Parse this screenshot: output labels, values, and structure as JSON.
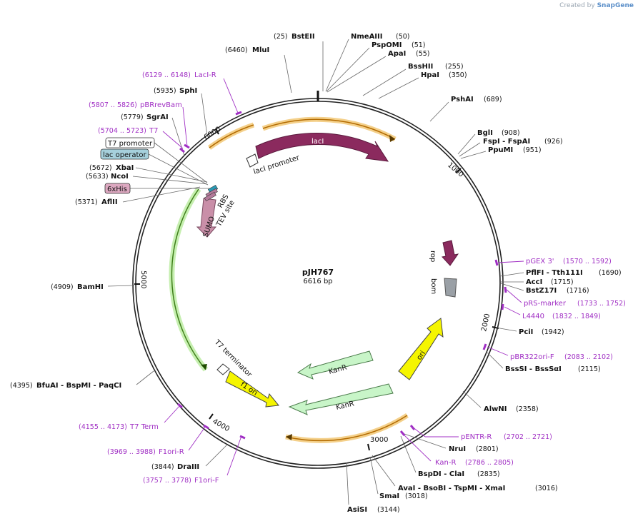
{
  "credit": {
    "prefix": "Created by",
    "brand": "SnapGene"
  },
  "plasmid": {
    "name": "pJH767",
    "length_label": "6616 bp",
    "length": 6616
  },
  "colors": {
    "lacI": "#8b2a5e",
    "rop": "#8b2a5e",
    "bom": "#9aa0a6",
    "ori": "#f5f500",
    "f1ori": "#f5f500",
    "KanR": "#c8f5c8",
    "sumo": "#c98fa8",
    "orange_arrow": "#f0a030",
    "green_arrow": "#6cbf3a",
    "primer": "#a02fc4"
  },
  "ticks": [
    "1000",
    "2000",
    "3000",
    "4000",
    "5000",
    "6000"
  ],
  "sites": [
    {
      "name": "BstEII",
      "pos": "(25)",
      "side": "left-pos"
    },
    {
      "name": "MluI",
      "pos": "(6460)"
    },
    {
      "name": "NmeAIII",
      "pos": "(50)"
    },
    {
      "name": "PspOMI",
      "pos": "(51)"
    },
    {
      "name": "ApaI",
      "pos": "(55)"
    },
    {
      "name": "BssHII",
      "pos": "(255)"
    },
    {
      "name": "HpaI",
      "pos": "(350)"
    },
    {
      "name": "PshAI",
      "pos": "(689)"
    },
    {
      "name": "BglI",
      "pos": "(908)"
    },
    {
      "name": "FspI  - FspAI",
      "pos": "(926)"
    },
    {
      "name": "PpuMI",
      "pos": "(951)"
    },
    {
      "name": "SphI",
      "pos": "(5935)"
    },
    {
      "name": "SgrAI",
      "pos": "(5779)"
    },
    {
      "name": "XbaI",
      "pos": "(5672)"
    },
    {
      "name": "NcoI",
      "pos": "(5633)"
    },
    {
      "name": "AflII",
      "pos": "(5371)"
    },
    {
      "name": "BamHI",
      "pos": "(4909)"
    },
    {
      "name": "BfuAI   - BspMI   - PaqCI",
      "pos": "(4395)"
    },
    {
      "name": "DraIII",
      "pos": "(3844)"
    },
    {
      "name": "PflFI   - Tth111I",
      "pos": "(1690)"
    },
    {
      "name": "AccI",
      "pos": "(1715)"
    },
    {
      "name": "BstZ17I",
      "pos": "(1716)"
    },
    {
      "name": "PciI",
      "pos": "(1942)"
    },
    {
      "name": "BssSI   - BssSαI",
      "pos": "(2115)"
    },
    {
      "name": "AlwNI",
      "pos": "(2358)"
    },
    {
      "name": "NruI",
      "pos": "(2801)"
    },
    {
      "name": "BspDI   - ClaI",
      "pos": "(2835)"
    },
    {
      "name": "AvaI   - BsoBI   - TspMI   - XmaI",
      "pos": "(3016)"
    },
    {
      "name": "SmaI",
      "pos": "(3018)"
    },
    {
      "name": "AsiSI",
      "pos": "(3144)"
    }
  ],
  "primers": [
    {
      "name": "LacI-R",
      "range": "(6129 .. 6148)"
    },
    {
      "name": "pBRrevBam",
      "range": "(5807 .. 5826)"
    },
    {
      "name": "T7",
      "range": "(5704 .. 5723)"
    },
    {
      "name": "T7 Term",
      "range": "(4155 .. 4173)"
    },
    {
      "name": "F1ori-R",
      "range": "(3969 .. 3988)"
    },
    {
      "name": "F1ori-F",
      "range": "(3757 .. 3778)"
    },
    {
      "name": "pGEX 3'",
      "range": "(1570 .. 1592)"
    },
    {
      "name": "pRS-marker",
      "range": "(1733 .. 1752)"
    },
    {
      "name": "L4440",
      "range": "(1832 .. 1849)"
    },
    {
      "name": "pBR322ori-F",
      "range": "(2083 .. 2102)"
    },
    {
      "name": "pENTR-R",
      "range": "(2702 .. 2721)"
    },
    {
      "name": "Kan-R",
      "range": "(2786 .. 2805)"
    }
  ],
  "boxed_labels": [
    {
      "name": "T7 promoter"
    },
    {
      "name": "lac operator"
    },
    {
      "name": "6xHis"
    }
  ],
  "features": {
    "lacI": "lacI",
    "lacI_promoter": "lacI promoter",
    "rop": "rop",
    "bom": "bom",
    "ori": "ori",
    "KanR": "KanR",
    "f1ori": "f1 ori",
    "T7_terminator": "T7 terminator",
    "RBS": "RBS",
    "SUMO": "SUMO",
    "TEV": "TEV site"
  }
}
